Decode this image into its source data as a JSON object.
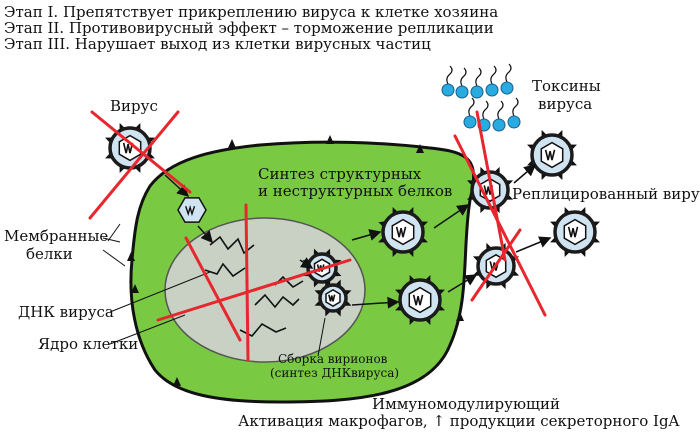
{
  "stages": [
    "Этап I. Препятствует прикреплению вируса к клетке хозяина",
    "Этап II. Противовирусный эффект – торможение репликации",
    "Этап III. Нарушает выход из клетки вирусных частиц"
  ],
  "labels": {
    "virus": "Вирус",
    "membrane_line1": "Мембранные",
    "membrane_line2": "белки",
    "viral_dna": "ДНК вируса",
    "cell_nucleus": "Ядро клетки",
    "synthesis_line1": "Синтез структурных",
    "synthesis_line2": "и неструктурных белков",
    "virion_assembly_line1": "Сборка вирионов",
    "virion_assembly_line2": "(синтез ДНКвируса)",
    "toxins_line1": "Токсины",
    "toxins_line2": "вируса",
    "replicated_virus": "Реплицированный вирус",
    "immuno_line1": "Иммуномодулирующий",
    "immuno_line2": "Активация макрофагов, ↑ продукции секреторного IgA"
  },
  "colors": {
    "cell": "#7ac943",
    "nucleus": "#c8d1c4",
    "virus_fill": "#cfe3f1",
    "virus_ring": "#1b1b1b",
    "toxin": "#29abe2",
    "block_mark": "#e8262d"
  },
  "icons": [
    "virus-icon",
    "virion-icon",
    "toxin-icon",
    "block-cross-icon",
    "arrow-icon"
  ]
}
